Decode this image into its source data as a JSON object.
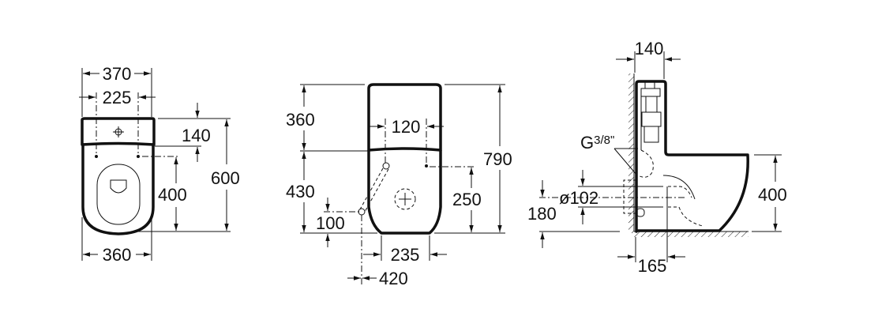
{
  "front_view": {
    "overall_width": "370",
    "fixing_holes_spacing": "225",
    "tank_depth": "140",
    "fixing_to_front": "400",
    "overall_depth": "600",
    "bowl_width": "360"
  },
  "side_front_view": {
    "tank_height": "360",
    "bowl_height": "430",
    "overall_height": "790",
    "inlet_spacing": "120",
    "inlet_height": "250",
    "supply_height": "100",
    "base_width": "235",
    "supply_offset": "420"
  },
  "side_view": {
    "tank_projection": "140",
    "thread_label": "G",
    "thread_fraction": "3/8\"",
    "outlet_diameter": "ø102",
    "outlet_height": "180",
    "bowl_height": "400",
    "outlet_distance": "165"
  }
}
